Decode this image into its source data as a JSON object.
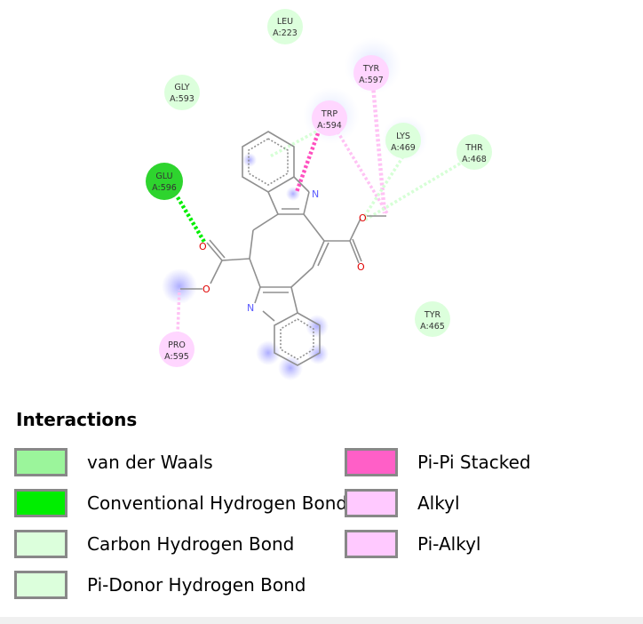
{
  "colors": {
    "vdw": "#9bf59b",
    "hbond": "#00ee00",
    "chbond": "#dcffdc",
    "pi_donor": "#dcffdc",
    "pipi": "#ff5fc7",
    "alkyl": "#ffc9ff",
    "pialkyl": "#ffc9ff",
    "bond": "#909090",
    "oxygen": "#e00000",
    "nitrogen": "#5a5aff"
  },
  "residues": [
    {
      "name": "LEU",
      "id": "A:223"
    },
    {
      "name": "GLY",
      "id": "A:593"
    },
    {
      "name": "TYR",
      "id": "A:597"
    },
    {
      "name": "TRP",
      "id": "A:594"
    },
    {
      "name": "LYS",
      "id": "A:469"
    },
    {
      "name": "THR",
      "id": "A:468"
    },
    {
      "name": "GLU",
      "id": "A:596"
    },
    {
      "name": "TYR",
      "id": "A:465"
    },
    {
      "name": "PRO",
      "id": "A:595"
    }
  ],
  "atoms": {
    "nitrogen": "N",
    "oxygen": "O"
  },
  "legend": {
    "title": "Interactions",
    "items": [
      {
        "label": "van der Waals"
      },
      {
        "label": "Conventional Hydrogen Bond"
      },
      {
        "label": "Carbon Hydrogen Bond"
      },
      {
        "label": "Pi-Donor Hydrogen Bond"
      },
      {
        "label": "Pi-Pi Stacked"
      },
      {
        "label": "Alkyl"
      },
      {
        "label": "Pi-Alkyl"
      }
    ]
  }
}
